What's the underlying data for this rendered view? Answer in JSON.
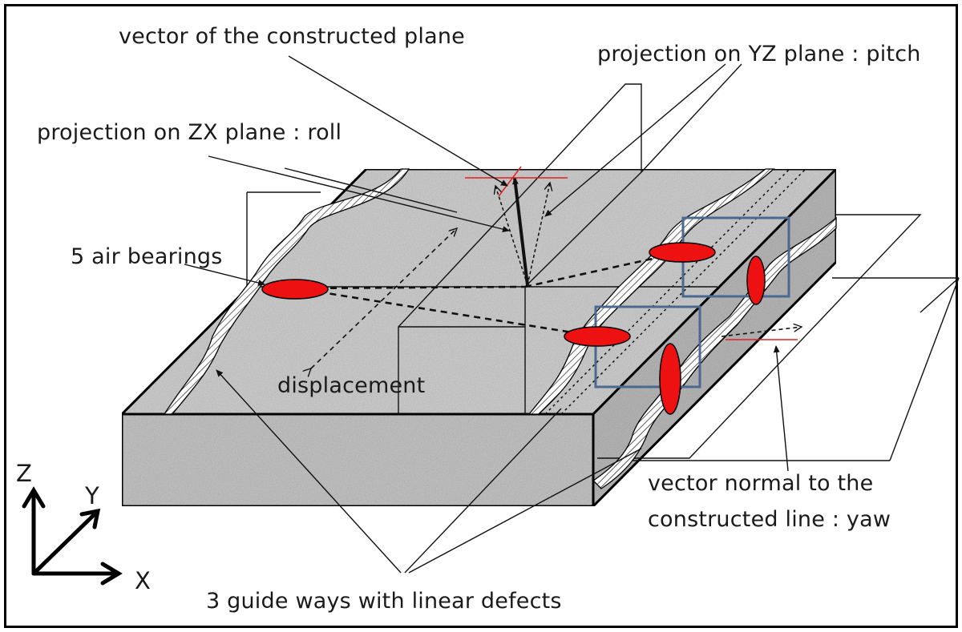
{
  "labels": {
    "vector_plane": "vector of the constructed plane",
    "pitch": "projection on YZ plane : pitch",
    "roll": "projection on ZX plane : roll",
    "air_bearings": "5 air bearings",
    "displacement": "displacement",
    "yaw_line1": "vector normal to the",
    "yaw_line2": "constructed line : yaw",
    "guide_ways": "3 guide ways with linear defects"
  },
  "axes": {
    "z": "Z",
    "y": "Y",
    "x": "X"
  },
  "colors": {
    "granite": "#c9c9c9",
    "granite_side": "#b5b5b5",
    "bearing": "#ee1111",
    "sensor_box": "#4a6890",
    "outline": "#000000",
    "tick_red": "#e02020"
  }
}
